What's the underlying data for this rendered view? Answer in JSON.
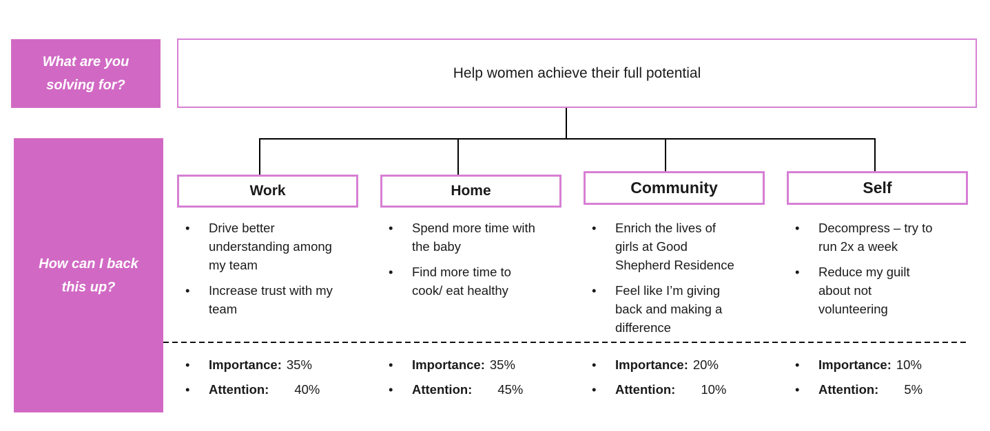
{
  "left_labels": {
    "solving_for": "What are you solving for?",
    "back_up": "How can I back this up?"
  },
  "goal": "Help women achieve their full potential",
  "columns": [
    {
      "title": "Work",
      "bullets": [
        "Drive better understanding among  my team",
        "Increase trust with my team"
      ],
      "stats": {
        "importance_label": "Importance:",
        "importance_value": "35%",
        "attention_label": "Attention:",
        "attention_value": "40%"
      }
    },
    {
      "title": "Home",
      "bullets": [
        "Spend more time with the baby",
        "Find more time to cook/ eat healthy"
      ],
      "stats": {
        "importance_label": "Importance:",
        "importance_value": "35%",
        "attention_label": "Attention:",
        "attention_value": "45%"
      }
    },
    {
      "title": "Community",
      "bullets": [
        "Enrich the lives of girls at Good Shepherd Residence",
        "Feel like I’m giving back and making a difference"
      ],
      "stats": {
        "importance_label": "Importance:",
        "importance_value": "20%",
        "attention_label": "Attention:",
        "attention_value": "10%"
      }
    },
    {
      "title": "Self",
      "bullets": [
        "Decompress – try to run 2x a week",
        "Reduce my guilt about not volunteering"
      ],
      "stats": {
        "importance_label": "Importance:",
        "importance_value": "10%",
        "attention_label": "Attention:",
        "attention_value": "5%"
      }
    }
  ],
  "colors": {
    "pink_fill": "#D169C4",
    "pink_border": "#D77FD4",
    "connector": "#000000",
    "text": "#1A1A1A"
  }
}
